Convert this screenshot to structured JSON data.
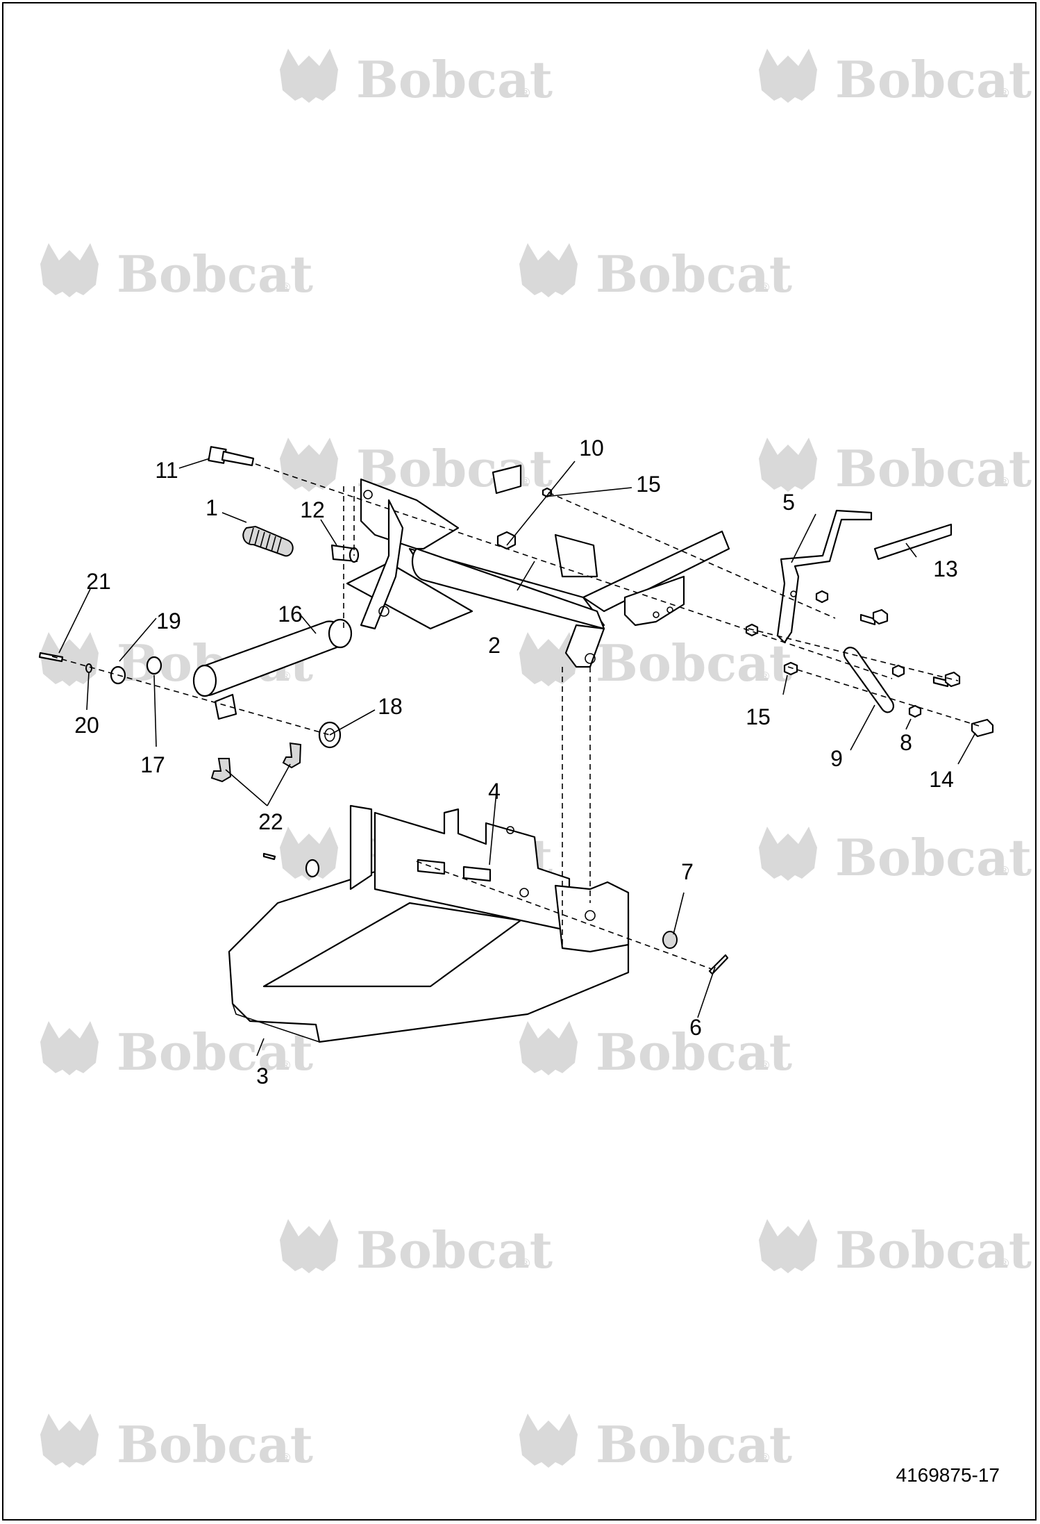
{
  "watermark": {
    "brand": "Bobcat",
    "mark": "®",
    "logo_icon": "bobcat-head-logo-icon",
    "color": "#d9d9d9"
  },
  "callouts": [
    "1",
    "2",
    "3",
    "4",
    "5",
    "6",
    "7",
    "8",
    "9",
    "10",
    "11",
    "12",
    "13",
    "14",
    "15",
    "15",
    "16",
    "17",
    "18",
    "19",
    "20",
    "21",
    "22"
  ],
  "drawing_number": "4169875-17",
  "colors": {
    "line": "#000000",
    "background": "#ffffff"
  }
}
